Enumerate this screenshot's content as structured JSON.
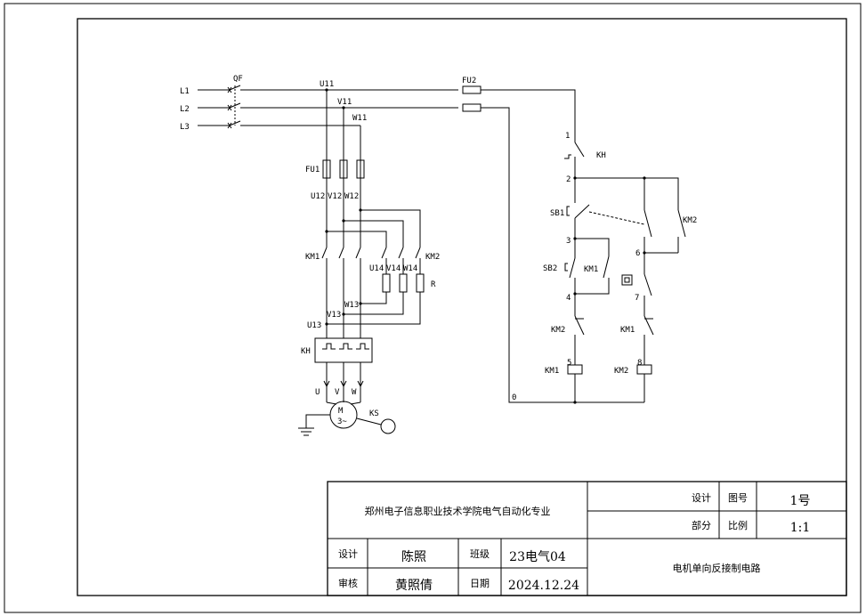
{
  "labels": {
    "L1": "L1",
    "L2": "L2",
    "L3": "L3",
    "QF": "QF",
    "U11": "U11",
    "V11": "V11",
    "W11": "W11",
    "FU1": "FU1",
    "FU2": "FU2",
    "U12": "U12",
    "V12": "V12",
    "W12": "W12",
    "KM1": "KM1",
    "KM2": "KM2",
    "U14": "U14",
    "V14": "V14",
    "W14": "W14",
    "R": "R",
    "W13": "W13",
    "V13": "V13",
    "U13": "U13",
    "KH": "KH",
    "U": "U",
    "V": "V",
    "W": "W",
    "M": "M",
    "M3": "3~",
    "KS": "KS",
    "SB1": "SB1",
    "SB2": "SB2",
    "n0": "0",
    "n1": "1",
    "n2": "2",
    "n3": "3",
    "n4": "4",
    "n5": "5",
    "n6": "6",
    "n7": "7",
    "n8": "8"
  },
  "title_block": {
    "school": "郑州电子信息职业技术学院电气自动化专业",
    "design_label": "设计",
    "drawing_no_label": "图号",
    "drawing_no": "1号",
    "part_label": "部分",
    "scale_label": "比例",
    "scale": "1:1",
    "designer_label": "设计",
    "designer": "陈照",
    "class_label": "班级",
    "class_value": "23电气04",
    "reviewer_label": "审核",
    "reviewer": "黄照倩",
    "date_label": "日期",
    "date": "2024.12.24",
    "drawing_title": "电机单向反接制电路"
  }
}
